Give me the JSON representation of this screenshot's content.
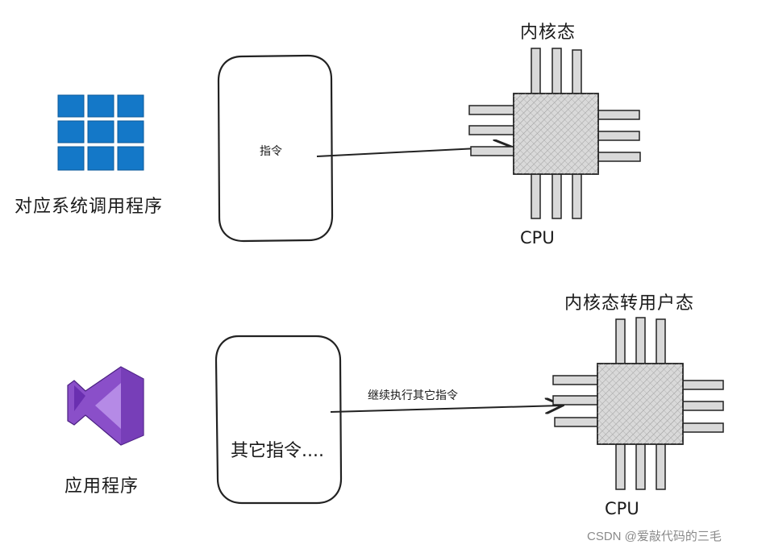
{
  "top": {
    "title": "内核态",
    "source_label": "对应系统调用程序",
    "instruction_label": "指令",
    "cpu_label": "CPU",
    "source_icon": "windows-tiles-icon"
  },
  "bottom": {
    "title": "内核态转用户态",
    "source_label": "应用程序",
    "instruction_label": "其它指令....",
    "arrow_label": "继续执行其它指令",
    "cpu_label": "CPU",
    "source_icon": "visual-studio-icon"
  },
  "watermark": "CSDN @爱敲代码的三毛",
  "colors": {
    "tiles": "#1478c8",
    "vs_purple": "#8a4fc9",
    "chip_fill": "#d6d6d6",
    "stroke": "#222222"
  }
}
